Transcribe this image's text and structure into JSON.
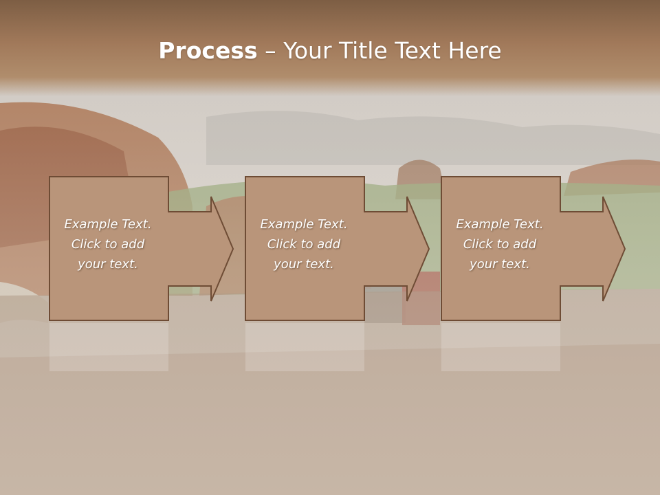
{
  "title": {
    "bold": "Process",
    "dash": " – ",
    "rest": "Your Title Text Here"
  },
  "steps": [
    {
      "text": "Example Text.\nClick  to add\nyour text."
    },
    {
      "text": "Example Text.\nClick  to add\nyour text."
    },
    {
      "text": "Example Text.\nClick  to add\nyour text."
    }
  ],
  "colors": {
    "box_fill": "#b9957a",
    "box_border": "#6e4c35",
    "header": "#9c7556"
  }
}
